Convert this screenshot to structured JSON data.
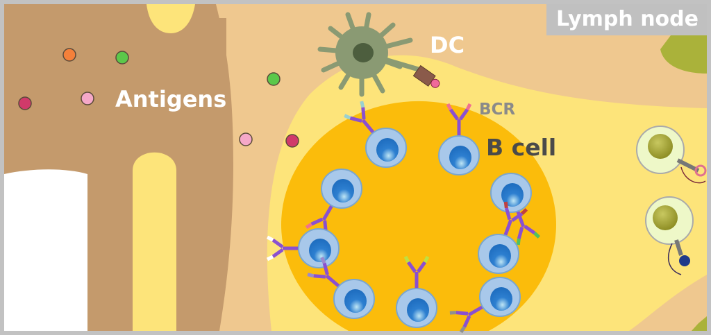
{
  "title": "Lymph node",
  "labels": {
    "dc": "DC",
    "antigens": "Antigens",
    "bcr": "BCR",
    "b_cell": "B cell"
  },
  "colors": {
    "frame": "#c2c2c2",
    "vessel": "#c49a6c",
    "tissue": "#efc88f",
    "follicle_zone": "#fde47a",
    "germinal_center": "#fbbc0b",
    "b_cell_body": "#a8c8ea",
    "b_cell_nucleus": "#2d7fd0",
    "dendritic_cell": "#8a9a73",
    "t_cell": "#eef8c8"
  }
}
